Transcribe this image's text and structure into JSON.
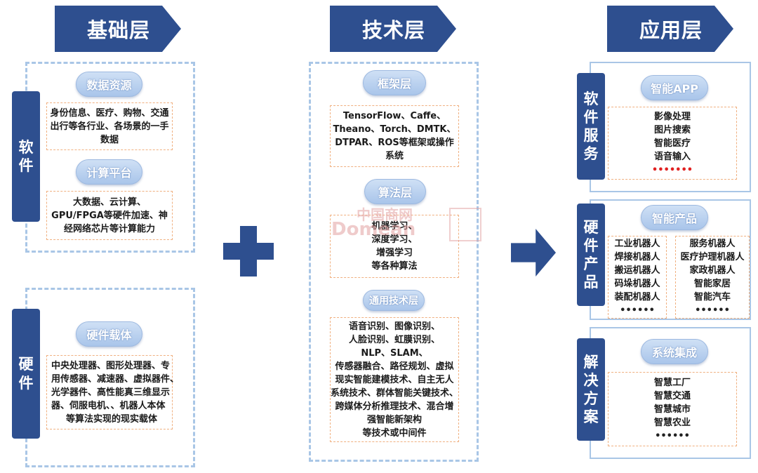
{
  "headers": {
    "foundation": "基础层",
    "technology": "技术层",
    "application": "应用层"
  },
  "foundation": {
    "software_tab": [
      "软",
      "件"
    ],
    "hardware_tab": [
      "硬",
      "件"
    ],
    "data_resource": {
      "label": "数据资源",
      "lines": [
        "身份信息、医疗、购物、交通",
        "出行等各行业、各场景的一手",
        "数据"
      ]
    },
    "compute_platform": {
      "label": "计算平台",
      "lines": [
        "大数据、云计算、",
        "GPU/FPGA等硬件加速、神",
        "经网络芯片等计算能力"
      ]
    },
    "hardware_carrier": {
      "label": "硬件载体",
      "lines": [
        "中央处理器、图形处理器、专",
        "用传感器、减速器、虚拟器件、",
        "光学器件、高性能真三维显示",
        "器、伺服电机、、机器人本体",
        "等算法实现的现实载体"
      ]
    }
  },
  "technology": {
    "framework": {
      "label": "框架层",
      "lines": [
        "TensorFlow、Caffe、",
        "Theano、Torch、DMTK、",
        "DTPAR、ROS等框架或操作",
        "系统"
      ]
    },
    "algorithm": {
      "label": "算法层",
      "lines": [
        "机器学习、",
        "深度学习、",
        "增强学习",
        "等各种算法"
      ]
    },
    "general": {
      "label": "通用技术层",
      "lines": [
        "语音识别、图像识别、",
        "人脸识别、虹膜识别、",
        "NLP、SLAM、",
        "传感器融合、路径规划、虚拟",
        "现实智能建模技术、自主无人",
        "系统技术、群体智能关键技术、",
        "跨媒体分析推理技术、混合增",
        "强智能新架构",
        "等技术或中间件"
      ]
    }
  },
  "application": {
    "software_service": {
      "tab": [
        "软",
        "件",
        "服",
        "务"
      ],
      "label": "智能APP",
      "lines": [
        "影像处理",
        "图片搜索",
        "智能医疗",
        "语音输入"
      ],
      "dots": "•••••••"
    },
    "hardware_product": {
      "tab": [
        "硬",
        "件",
        "产",
        "品"
      ],
      "label": "智能产品",
      "left_lines": [
        "工业机器人",
        "焊接机器人",
        "搬运机器人",
        "码垛机器人",
        "装配机器人"
      ],
      "left_dots": "••••••",
      "right_lines": [
        "服务机器人",
        "医疗护理机器人",
        "家政机器人",
        "智能家居",
        "智能汽车"
      ],
      "right_dots": "••••••"
    },
    "solution": {
      "tab": [
        "解",
        "决",
        "方",
        "案"
      ],
      "label": "系统集成",
      "lines": [
        "智慧工厂",
        "智慧交通",
        "智慧城市",
        "智慧农业"
      ],
      "dots": "••••••"
    }
  },
  "watermark": {
    "cn": "中国商网",
    "en": "Domean"
  },
  "colors": {
    "primary": "#2e4f8f",
    "frame": "#a9c6e6",
    "box_border": "#f0b080",
    "dots_red": "#e02020"
  }
}
